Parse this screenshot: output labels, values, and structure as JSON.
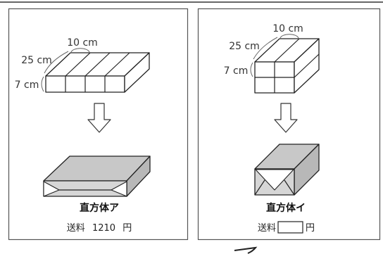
{
  "panels": [
    {
      "dimensions": {
        "length": "10 cm",
        "depth": "25 cm",
        "height": "7 cm"
      },
      "solid_name": "直方体ア",
      "shipping": {
        "label": "送料",
        "value": "1210",
        "unit": "円"
      },
      "arrow_icon": "down-arrow-icon"
    },
    {
      "dimensions": {
        "length": "10 cm",
        "depth": "25 cm",
        "height": "7 cm"
      },
      "solid_name": "直方体イ",
      "shipping": {
        "label": "送料",
        "value": "",
        "unit": "円"
      },
      "arrow_icon": "down-arrow-icon"
    }
  ],
  "colors": {
    "wrap_top": "#c8c8c8",
    "wrap_side": "#b8b8b8",
    "wrap_front": "#d6d6d6",
    "line": "#222222",
    "panel_border": "#555555"
  }
}
